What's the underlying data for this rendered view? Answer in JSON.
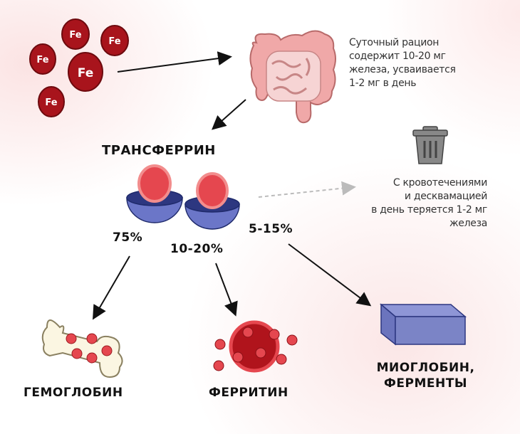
{
  "iron_symbol": "Fe",
  "intake_text": [
    "Суточный рацион",
    "содержит 10-20 мг",
    "железа, усваивается",
    "1-2 мг в день"
  ],
  "transferrin_label": "ТРАНСФЕРРИН",
  "loss_text": [
    "С кровотечениями",
    "и десквамацией",
    "в день теряется 1-2 мг",
    "железа"
  ],
  "percentages": {
    "hemoglobin": "75%",
    "ferritin": "10-20%",
    "myoglobin": "5-15%"
  },
  "targets": {
    "hemoglobin": "ГЕМОГЛОБИН",
    "ferritin": "ФЕРРИТИН",
    "myoglobin_line1": "МИОГЛОБИН,",
    "myoglobin_line2": "ФЕРМЕНТЫ"
  },
  "icons": [
    "iron-ion",
    "intestine",
    "transferrin",
    "trash",
    "bone",
    "ferritin",
    "muscle-block"
  ],
  "colors": {
    "iron": "#b01c22",
    "intestine": "#f0aaaa",
    "transferrin_bowl": "#6b76c8",
    "iron_ball": "#e5474f",
    "block": "#7b84c6"
  }
}
